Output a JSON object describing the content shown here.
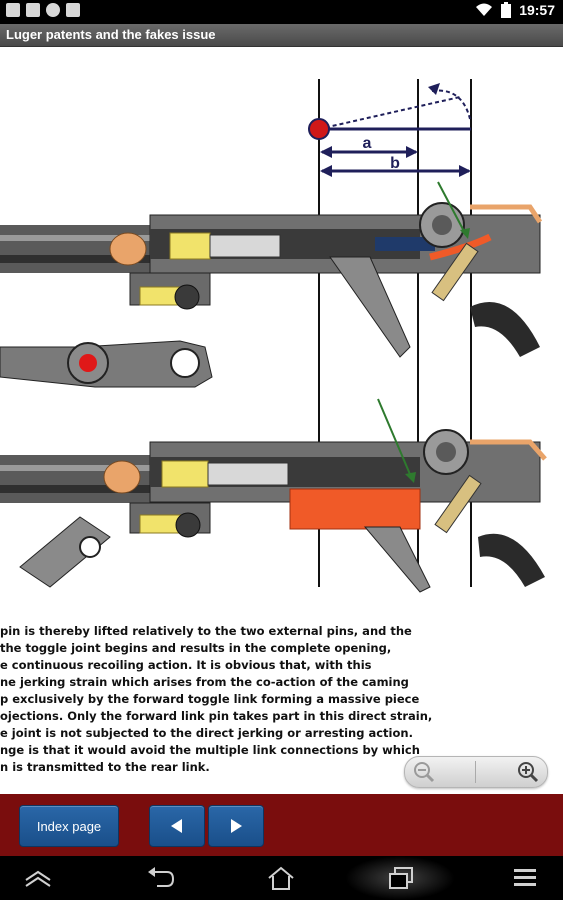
{
  "status_bar": {
    "time": "19:57",
    "left_icons": [
      "image-icon",
      "edit-icon",
      "cat-icon",
      "checkbox-icon"
    ],
    "right_icons": [
      "wifi-icon",
      "battery-icon"
    ]
  },
  "app": {
    "title": "Luger patents and the fakes issue"
  },
  "diagram": {
    "labels": {
      "a": "a",
      "b": "b"
    },
    "colors": {
      "gray_body": "#6c6c6c",
      "dark_body": "#3a3a3a",
      "yellow": "#f1e36b",
      "orange": "#e9a46a",
      "red_block": "#f05a28",
      "navy_arrow": "#1f1f5a",
      "green_arrow": "#2e7a2e",
      "red_pin": "#d01818"
    }
  },
  "text": {
    "lines": [
      "pin is thereby lifted relatively to the two external pins, and the",
      "the toggle joint begins and results in the complete opening,",
      "e continuous recoiling action. It is obvious that, with this",
      "ne jerking strain which arises from the co-action of the caming",
      "p exclusively by the forward toggle link forming a massive piece",
      "ojections. Only the forward link pin takes part in this direct strain,",
      "e joint is not subjected to the direct jerking or arresting action.",
      "nge is that it would avoid the multiple link connections by which",
      "n is transmitted to the rear link."
    ]
  },
  "zoom": {
    "out_icon": "zoom-out-icon",
    "in_icon": "zoom-in-icon"
  },
  "nav": {
    "index_label": "Index page",
    "prev_icon": "triangle-left-icon",
    "next_icon": "triangle-right-icon"
  },
  "system_bar": {
    "icons": [
      "home-up-icon",
      "back-icon",
      "home-icon",
      "recent-apps-icon",
      "menu-icon"
    ]
  }
}
